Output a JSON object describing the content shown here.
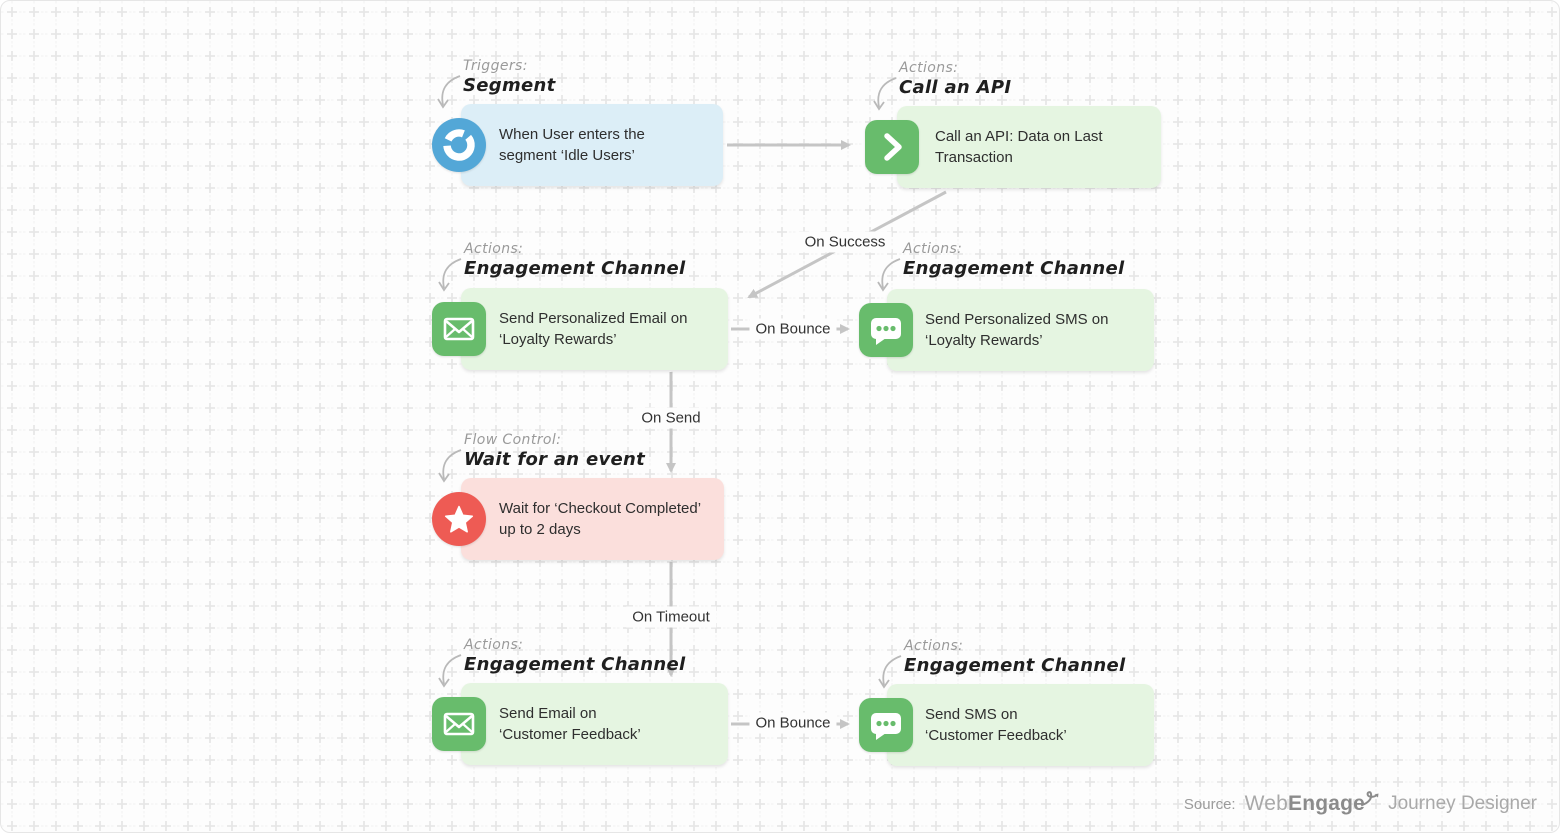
{
  "canvas": {
    "background": "#fdfdfd",
    "grid_cross_color": "#e7e7e7",
    "grid_dash_color": "#f3f3f3",
    "arrow_color": "#c5c5c5"
  },
  "palette": {
    "trigger_blue": "#53a7d7",
    "trigger_card_bg": "#dceef7",
    "action_green": "#68bc6c",
    "action_card_bg": "#e5f5e1",
    "flow_control_red": "#ee5b54",
    "flow_control_card_bg": "#fbdfdc"
  },
  "annotations": [
    {
      "category": "Triggers:",
      "name": "Segment"
    },
    {
      "category": "Actions:",
      "name": "Call an API"
    },
    {
      "category": "Actions:",
      "name": "Engagement Channel"
    },
    {
      "category": "Actions:",
      "name": "Engagement Channel"
    },
    {
      "category": "Flow Control:",
      "name": "Wait for an event"
    },
    {
      "category": "Actions:",
      "name": "Engagement Channel"
    },
    {
      "category": "Actions:",
      "name": "Engagement Channel"
    }
  ],
  "nodes": [
    {
      "id": "trigger-segment",
      "icon": "segment-icon",
      "lines": [
        "When User enters the",
        "segment ‘Idle Users’"
      ]
    },
    {
      "id": "call-api",
      "icon": "api-icon",
      "lines": [
        "Call an API: Data on Last",
        "Transaction"
      ]
    },
    {
      "id": "send-personalized-email",
      "icon": "email-icon",
      "lines": [
        "Send Personalized Email on",
        "‘Loyalty Rewards’"
      ]
    },
    {
      "id": "send-personalized-sms",
      "icon": "sms-icon",
      "lines": [
        "Send Personalized SMS on",
        "‘Loyalty Rewards’"
      ]
    },
    {
      "id": "wait-for-event",
      "icon": "star-icon",
      "lines": [
        "Wait for ‘Checkout Completed’",
        "up to 2 days"
      ]
    },
    {
      "id": "send-email",
      "icon": "email-icon",
      "lines": [
        "Send Email on",
        "‘Customer Feedback’"
      ]
    },
    {
      "id": "send-sms",
      "icon": "sms-icon",
      "lines": [
        "Send SMS on",
        "‘Customer Feedback’"
      ]
    }
  ],
  "edges": [
    {
      "from": "trigger-segment",
      "to": "call-api",
      "label": ""
    },
    {
      "from": "call-api",
      "to": "send-personalized-email",
      "label": "On Success"
    },
    {
      "from": "send-personalized-email",
      "to": "send-personalized-sms",
      "label": "On Bounce"
    },
    {
      "from": "send-personalized-email",
      "to": "wait-for-event",
      "label": "On Send"
    },
    {
      "from": "wait-for-event",
      "to": "send-email",
      "label": "On Timeout"
    },
    {
      "from": "send-email",
      "to": "send-sms",
      "label": "On Bounce"
    }
  ],
  "footer": {
    "source_label": "Source:",
    "brand_web": "Web",
    "brand_engage": "Engage",
    "product": "Journey Designer"
  }
}
